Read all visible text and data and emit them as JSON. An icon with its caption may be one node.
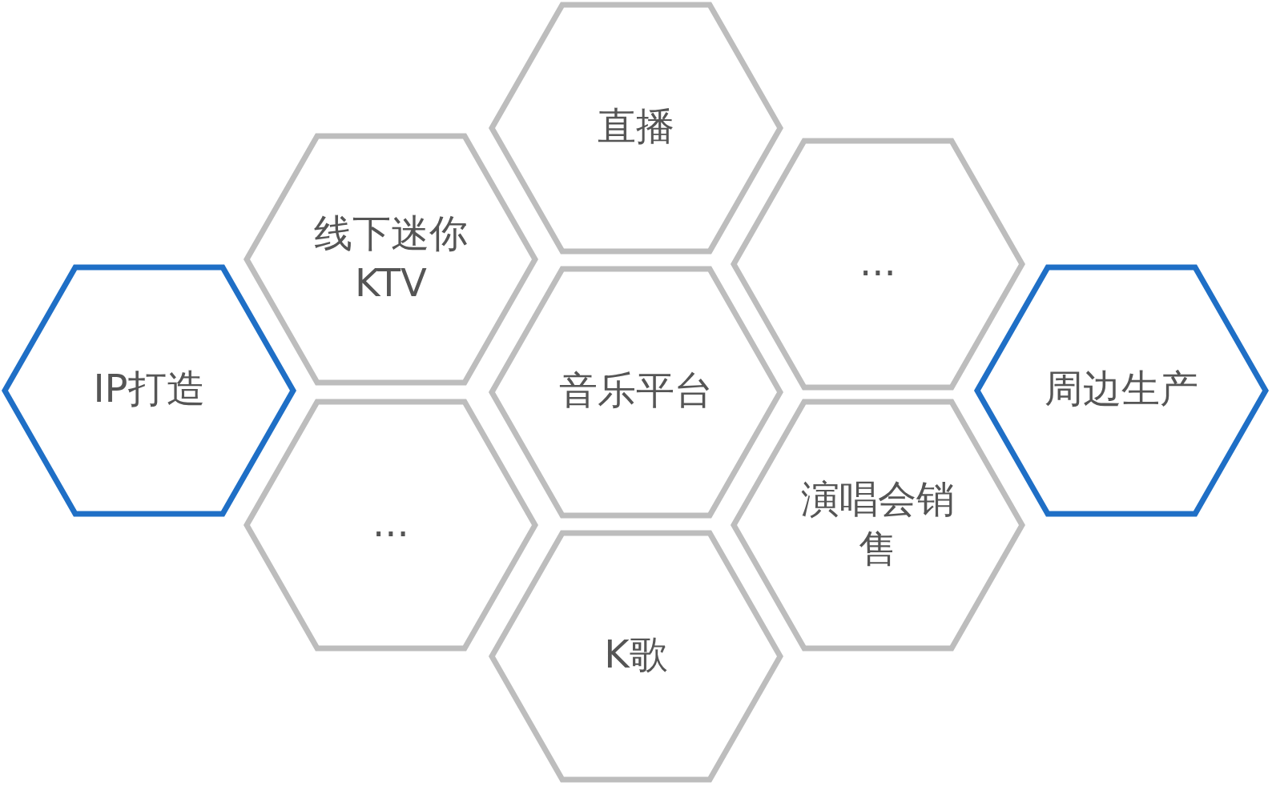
{
  "diagram": {
    "nodes": [
      {
        "text": [
          "直播"
        ]
      },
      {
        "text": [
          "线下迷你KTV"
        ]
      },
      {
        "text": [
          "..."
        ]
      },
      {
        "text": [
          "IP打造"
        ]
      },
      {
        "text": [
          "音乐平台"
        ]
      },
      {
        "text": [
          "周边生产"
        ]
      },
      {
        "text": [
          "..."
        ]
      },
      {
        "text": [
          "演唱会销售"
        ]
      },
      {
        "text": [
          "K歌"
        ]
      }
    ]
  }
}
